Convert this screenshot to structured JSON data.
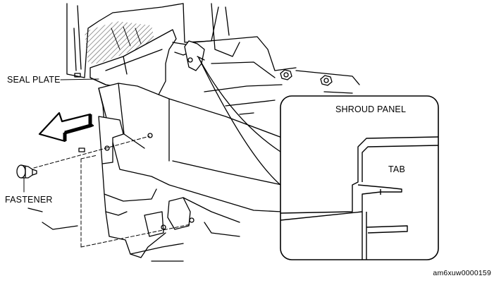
{
  "labels": {
    "seal_plate": "SEAL PLATE",
    "fastener": "FASTENER",
    "shroud_panel": "SHROUD PANEL",
    "tab": "TAB"
  },
  "figure_code": "am6xuw0000159",
  "colors": {
    "line": "#000000",
    "background": "#ffffff",
    "hatch": "#555555"
  },
  "icons": {
    "direction_arrow": "removal-direction-arrow-icon"
  }
}
